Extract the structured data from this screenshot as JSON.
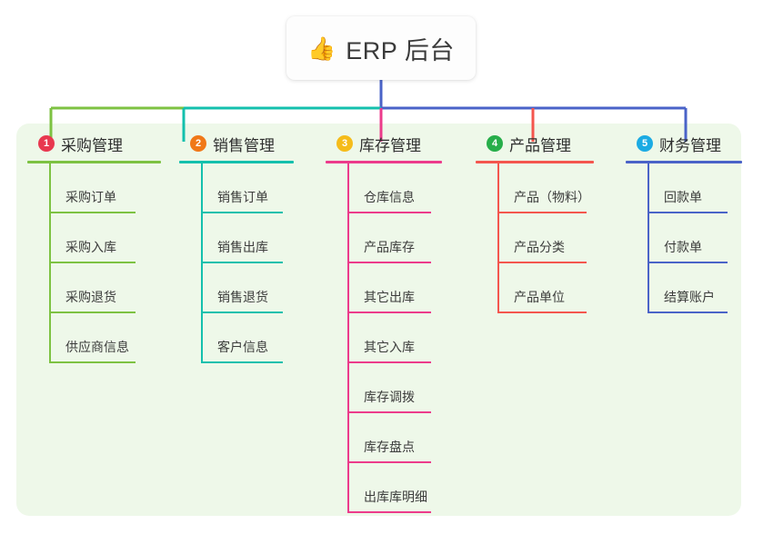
{
  "root": {
    "icon": "thumbs-up-icon",
    "emoji": "👍",
    "title": "ERP 后台"
  },
  "palette": {
    "panel_bg": "#eef8e9",
    "page_bg": "#ffffff",
    "root_border": "#5a5fc8",
    "text": "#3c3c3c"
  },
  "columns": [
    {
      "index": "1",
      "title": "采购管理",
      "badge_color": "#e8384f",
      "line_color": "#7dc242",
      "children": [
        {
          "label": "采购订单"
        },
        {
          "label": "采购入库"
        },
        {
          "label": "采购退货"
        },
        {
          "label": "供应商信息"
        }
      ]
    },
    {
      "index": "2",
      "title": "销售管理",
      "badge_color": "#f07818",
      "line_color": "#14c0ad",
      "children": [
        {
          "label": "销售订单"
        },
        {
          "label": "销售出库"
        },
        {
          "label": "销售退货"
        },
        {
          "label": "客户信息"
        }
      ]
    },
    {
      "index": "3",
      "title": "库存管理",
      "badge_color": "#f5bc1a",
      "line_color": "#ec3b8b",
      "children": [
        {
          "label": "仓库信息"
        },
        {
          "label": "产品库存"
        },
        {
          "label": "其它出库"
        },
        {
          "label": "其它入库"
        },
        {
          "label": "库存调拨"
        },
        {
          "label": "库存盘点"
        },
        {
          "label": "出库库明细"
        }
      ]
    },
    {
      "index": "4",
      "title": "产品管理",
      "badge_color": "#27ae4a",
      "line_color": "#f4564e",
      "children": [
        {
          "label": "产品（物料）"
        },
        {
          "label": "产品分类"
        },
        {
          "label": "产品单位"
        }
      ]
    },
    {
      "index": "5",
      "title": "财务管理",
      "badge_color": "#1cabe3",
      "line_color": "#4a63c8",
      "children": [
        {
          "label": "回款单"
        },
        {
          "label": "付款单"
        },
        {
          "label": "结算账户"
        }
      ]
    }
  ]
}
